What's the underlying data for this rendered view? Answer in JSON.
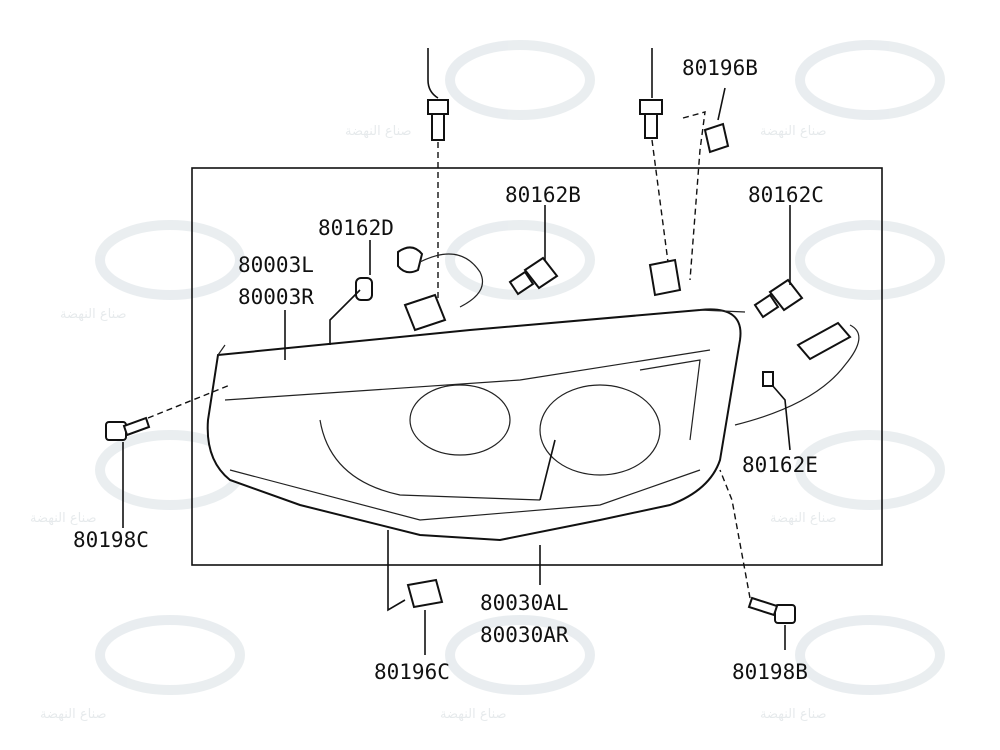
{
  "diagram": {
    "title": "Headlamp assembly parts diagram",
    "labels": {
      "l80196B": "80196B",
      "l80162B": "80162B",
      "l80162C": "80162C",
      "l80162D": "80162D",
      "l80003L": "80003L",
      "l80003R": "80003R",
      "l80162E": "80162E",
      "l80198C": "80198C",
      "l80030AL": "80030AL",
      "l80030AR": "80030AR",
      "l80196C": "80196C",
      "l80198B": "80198B"
    },
    "watermark": "صناع النهضة"
  }
}
